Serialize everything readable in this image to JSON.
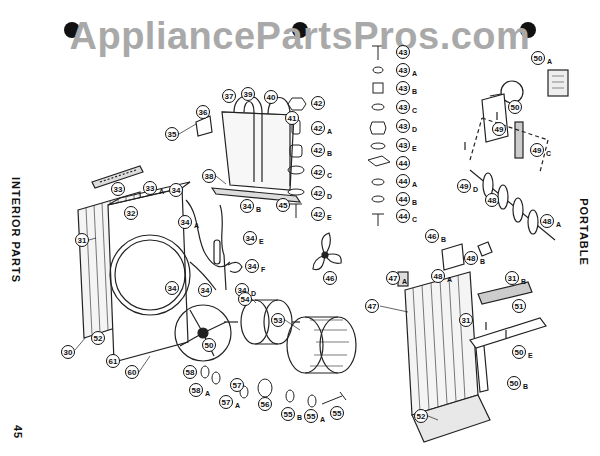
{
  "diagram": {
    "labels": [
      "AppliancePartsPros.com",
      "INTERIOR PARTS",
      "PORTABLE",
      "45",
      "36",
      "37",
      "39",
      "40",
      "41",
      "35",
      "38",
      "42",
      "42",
      "A",
      "42",
      "B",
      "42",
      "C",
      "42",
      "D",
      "42",
      "E",
      "43",
      "43",
      "A",
      "43",
      "B",
      "43",
      "C",
      "43",
      "D",
      "43",
      "E",
      "44",
      "44",
      "A",
      "44",
      "B",
      "44",
      "C",
      "45",
      "33",
      "33",
      "A",
      "34",
      "34",
      "A",
      "34",
      "B",
      "34",
      "E",
      "34",
      "F",
      "34",
      "D",
      "34",
      "34",
      "32",
      "31",
      "30",
      "52",
      "61",
      "60",
      "50",
      "54",
      "53",
      "46",
      "58",
      "58",
      "A",
      "57",
      "57",
      "A",
      "56",
      "55",
      "B",
      "55",
      "A",
      "55",
      "47",
      "A",
      "47",
      "52",
      "50",
      "A",
      "50",
      "49",
      "49",
      "C",
      "49",
      "D",
      "48",
      "48",
      "A",
      "46",
      "B",
      "48",
      "B",
      "48",
      "A",
      "31",
      "B",
      "51",
      "31",
      "50",
      "E",
      "50",
      "B"
    ]
  }
}
